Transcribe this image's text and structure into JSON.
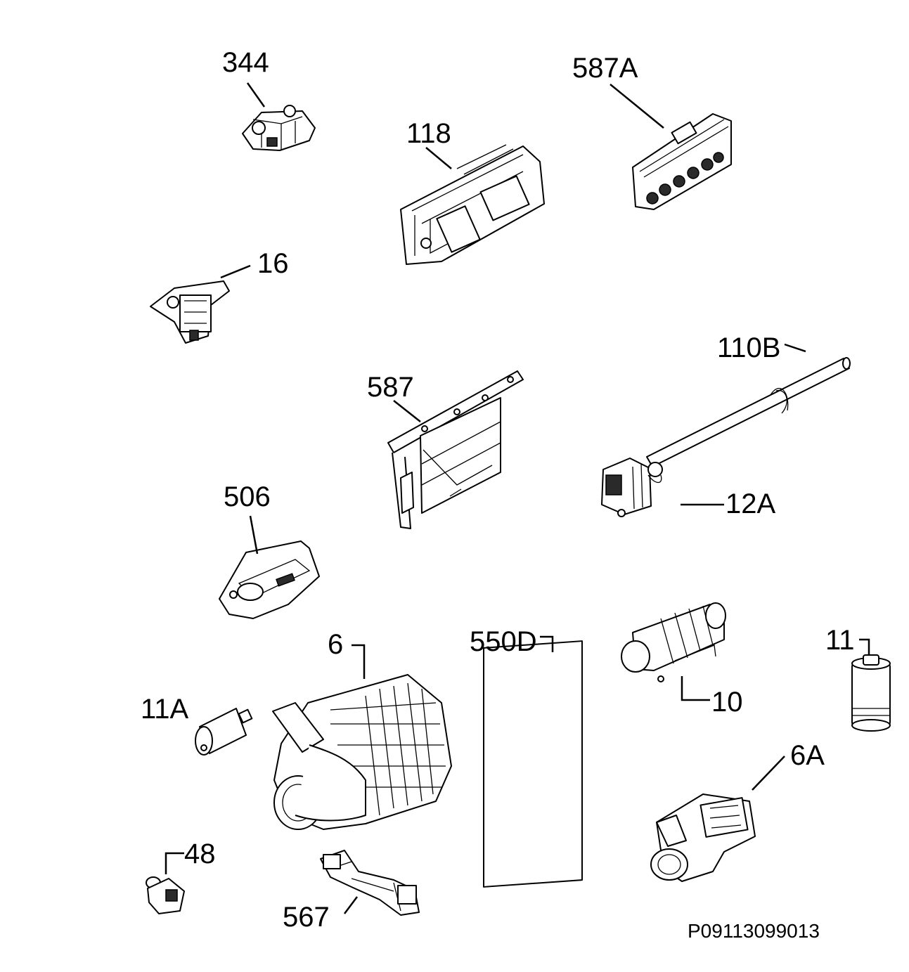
{
  "diagram": {
    "document_code": "P09113099013",
    "callouts": {
      "344": "344",
      "587A": "587A",
      "118": "118",
      "16": "16",
      "110B": "110B",
      "587": "587",
      "12A": "12A",
      "506": "506",
      "6": "6",
      "550D": "550D",
      "10": "10",
      "11": "11",
      "11A": "11A",
      "6A": "6A",
      "48": "48",
      "567": "567"
    }
  }
}
